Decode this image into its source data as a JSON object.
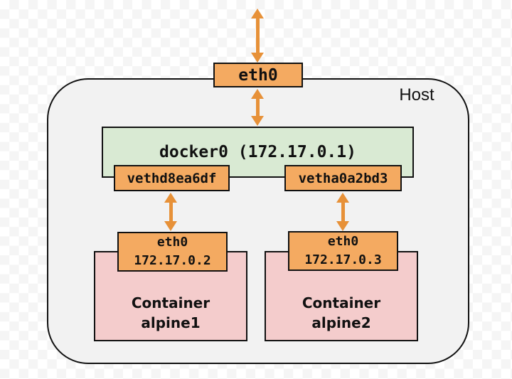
{
  "diagram": {
    "host": {
      "label": "Host"
    },
    "external_interface": {
      "label": "eth0"
    },
    "bridge": {
      "label": "docker0 (172.17.0.1)"
    },
    "veth_interfaces": [
      {
        "label": "vethd8ea6df"
      },
      {
        "label": "vetha0a2bd3"
      }
    ],
    "containers": [
      {
        "title_line1": "Container",
        "title_line2": "alpine1",
        "eth_label": "eth0",
        "ip": "172.17.0.2"
      },
      {
        "title_line1": "Container",
        "title_line2": "alpine2",
        "eth_label": "eth0",
        "ip": "172.17.0.3"
      }
    ]
  },
  "colors": {
    "box_orange": "#f4aa61",
    "arrow_orange": "#e79138",
    "bridge_green": "#d9ead3",
    "container_pink": "#f4cccc",
    "host_fill": "#f2f2f2",
    "outline": "#111111",
    "checker": "#f5f5f5"
  }
}
